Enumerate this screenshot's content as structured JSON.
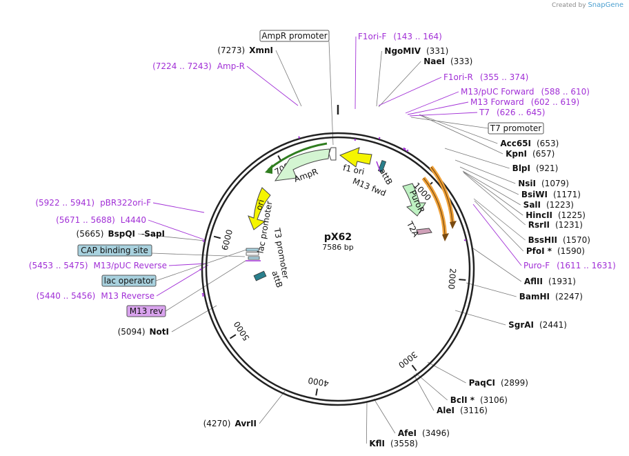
{
  "credit": {
    "prefix": "Created by",
    "brand": "SnapGene"
  },
  "plasmid": {
    "name": "pX62",
    "size": "7586 bp"
  },
  "ticks": [
    "1000",
    "2000",
    "3000",
    "4000",
    "5000",
    "6000",
    "7000"
  ],
  "enzymes": [
    {
      "name": "XmnI",
      "pos": "(7273)"
    },
    {
      "name": "NgoMIV",
      "pos": "(331)"
    },
    {
      "name": "NaeI",
      "pos": "(333)"
    },
    {
      "name": "Acc65I",
      "pos": "(653)"
    },
    {
      "name": "KpnI",
      "pos": "(657)"
    },
    {
      "name": "BlpI",
      "pos": "(921)"
    },
    {
      "name": "NsiI",
      "pos": "(1079)"
    },
    {
      "name": "BsiWI",
      "pos": "(1171)"
    },
    {
      "name": "SalI",
      "pos": "(1223)"
    },
    {
      "name": "HincII",
      "pos": "(1225)"
    },
    {
      "name": "RsrII",
      "pos": "(1231)"
    },
    {
      "name": "BssHII",
      "pos": "(1570)"
    },
    {
      "name": "PfoI *",
      "pos": "(1590)"
    },
    {
      "name": "AflII",
      "pos": "(1931)"
    },
    {
      "name": "BamHI",
      "pos": "(2247)"
    },
    {
      "name": "SgrAI",
      "pos": "(2441)"
    },
    {
      "name": "PaqCI",
      "pos": "(2899)"
    },
    {
      "name": "BclI *",
      "pos": "(3106)"
    },
    {
      "name": "AleI",
      "pos": "(3116)"
    },
    {
      "name": "AfeI",
      "pos": "(3496)"
    },
    {
      "name": "KflI",
      "pos": "(3558)"
    },
    {
      "name": "AvrII",
      "pos": "(4270)"
    },
    {
      "name": "NotI",
      "pos": "(5094)"
    },
    {
      "name": "BspQI",
      "pos": "(5665)"
    },
    {
      "name": "SapI",
      "pos": ""
    }
  ],
  "primers": [
    {
      "name": "F1ori-F",
      "range": "(143 .. 164)"
    },
    {
      "name": "F1ori-R",
      "range": "(355 .. 374)"
    },
    {
      "name": "M13/pUC Forward",
      "range": "(588 .. 610)"
    },
    {
      "name": "M13 Forward",
      "range": "(602 .. 619)"
    },
    {
      "name": "T7",
      "range": "(626 .. 645)"
    },
    {
      "name": "Puro-F",
      "range": "(1611 .. 1631)"
    },
    {
      "name": "Amp-R",
      "range": "(7224 .. 7243)"
    },
    {
      "name": "pBR322ori-F",
      "range": "(5922 .. 5941)"
    },
    {
      "name": "L4440",
      "range": "(5671 .. 5688)"
    },
    {
      "name": "M13/pUC Reverse",
      "range": "(5453 .. 5475)"
    },
    {
      "name": "M13 Reverse",
      "range": "(5440 .. 5456)"
    }
  ],
  "boxed": {
    "ampr_promoter": "AmpR promoter",
    "t7_promoter": "T7 promoter",
    "cap_site": "CAP binding site",
    "lac_operator": "lac operator",
    "m13_rev": "M13 rev"
  },
  "features": {
    "f1_ori": "f1 ori",
    "m13_fwd": "M13 fwd",
    "attb_1": "attB",
    "ampr": "AmpR",
    "ori": "ori",
    "puror": "PuroR",
    "t2a": "T2A",
    "lac_promoter": "lac promoter",
    "t3_promoter": "T3 promoter",
    "attb_2": "attB"
  },
  "colors": {
    "backbone": "#222222",
    "primer": "#a12fd6",
    "ampr_fill": "#d4f5d2",
    "ori_fill": "#f5f500",
    "f1_fill": "#f5f500",
    "puror_fill": "#bff2c3",
    "orf_stroke": "#f0a23a",
    "ampr_orf": "#2f7d1f",
    "t2a_fill": "#cfa0b8",
    "attb_fill": "#2a7f8c",
    "leader": "#777777"
  }
}
